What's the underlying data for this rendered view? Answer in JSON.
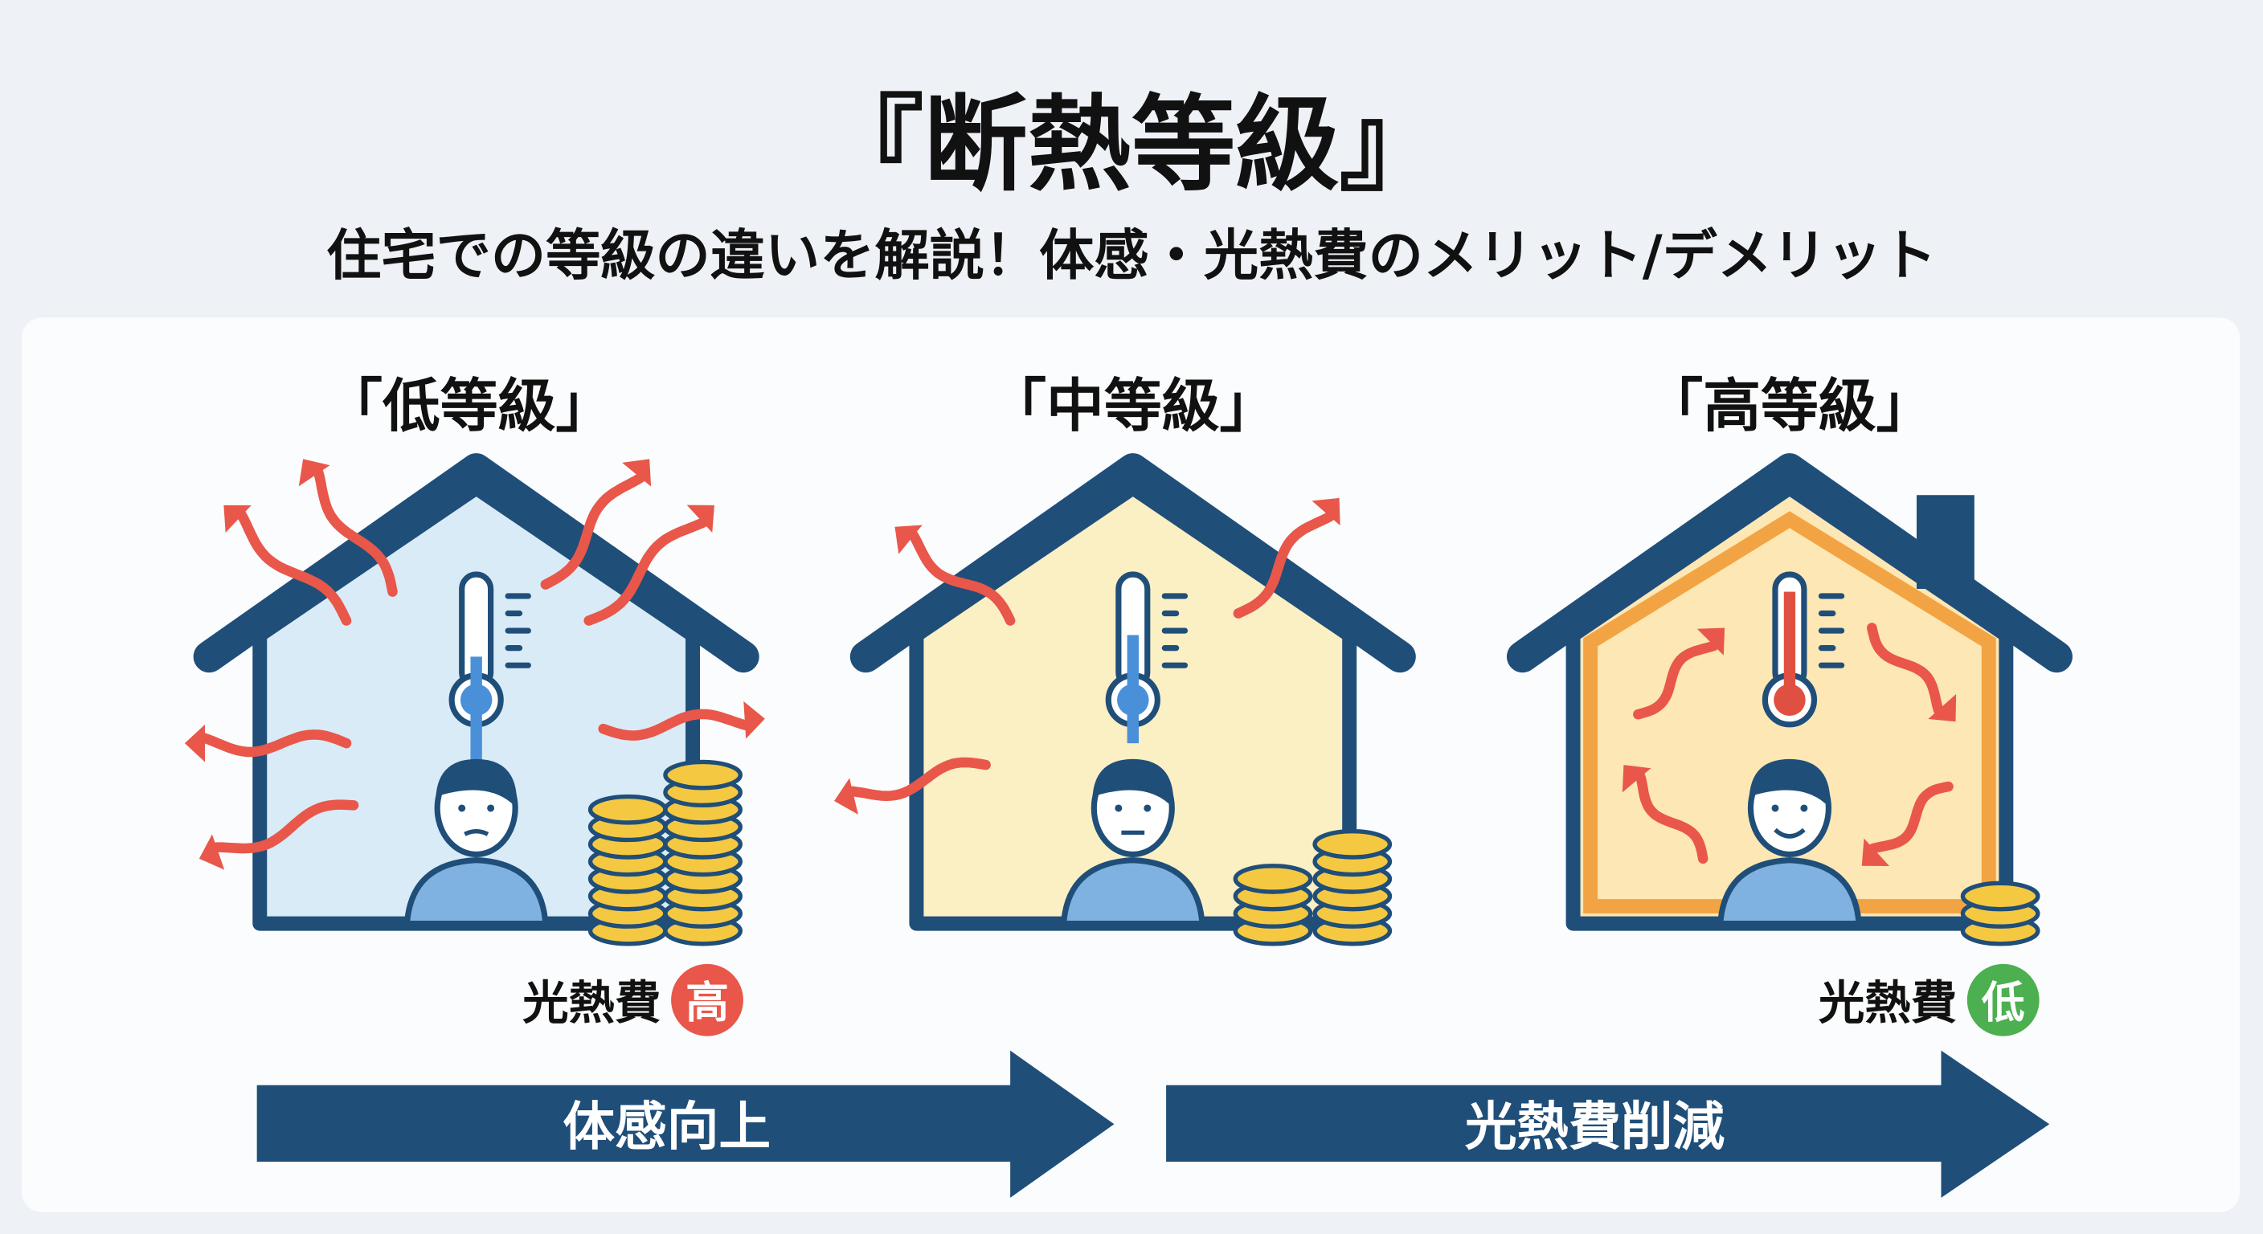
{
  "title": "『断熱等級』",
  "subtitle": "住宅での等級の違いを解説！体感・光熱費のメリット/デメリット",
  "houses": [
    {
      "label": "「低等級」",
      "cost_label": "光熱費",
      "cost_badge": "高"
    },
    {
      "label": "「中等級」"
    },
    {
      "label": "「高等級」",
      "cost_label": "光熱費",
      "cost_badge": "低"
    }
  ],
  "arrows": [
    {
      "label": "体感向上"
    },
    {
      "label": "光熱費削減"
    }
  ],
  "colors": {
    "navy": "#1f4e79",
    "heat_red": "#e8574a",
    "low_fill": "#d9ebf7",
    "mid_fill": "#fbefc4",
    "high_fill": "#fde7b4",
    "high_border": "#f2a444",
    "coin": "#f5c842",
    "badge_high": "#e8574a",
    "badge_low": "#4caf50"
  }
}
